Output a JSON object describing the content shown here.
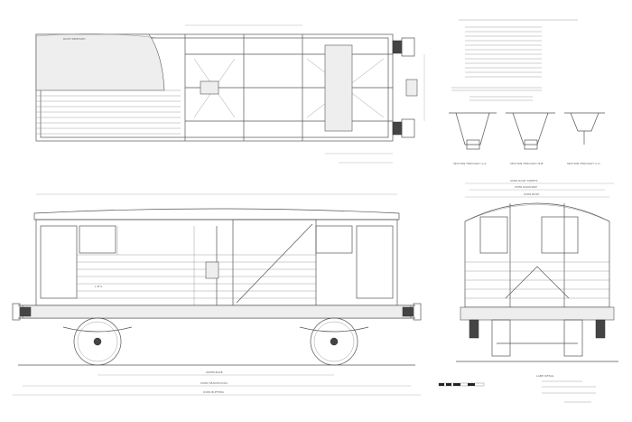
{
  "drawing": {
    "plan_view": {
      "note": "ROOF REMOVED"
    },
    "side_elevation": {
      "dimensions": {
        "wheelbase": "WHEELBASE",
        "over_headstocks": "OVER HEADSTOCKS",
        "over_buffers": "OVER BUFFERS"
      }
    },
    "end_view": {
      "dimensions": {
        "over_roof": "OVER ROOF SHEETS",
        "over_rainstrip": "OVER RAINSTRIP",
        "over_body": "OVER BODY"
      }
    },
    "sections": [
      {
        "label": "SECTION THROUGH 'A-A'"
      },
      {
        "label": "SECTION THROUGH 'B-B'"
      },
      {
        "label": "SECTION THROUGH 'C-C'"
      }
    ],
    "lamp_detail": {
      "label": "LAMP DETAIL"
    },
    "colors": {
      "line": "#555555",
      "background": "#ffffff"
    }
  }
}
